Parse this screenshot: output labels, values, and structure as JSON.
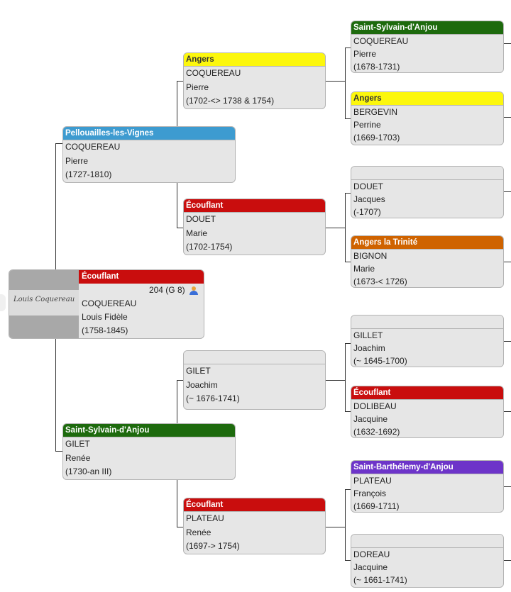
{
  "root": {
    "place": "Écouflant",
    "sosa": "204 (G 8)",
    "surname": "COQUEREAU",
    "given": "Louis Fidèle",
    "dates": "(1758-1845)",
    "signature_text": "Louis Coquereau",
    "icon": "person-icon",
    "color": "#c90d0d"
  },
  "gen1": {
    "father": {
      "place": "Pellouailles-les-Vignes",
      "surname": "COQUEREAU",
      "given": "Pierre",
      "dates": "(1727-1810)",
      "color": "#3d9bd0"
    },
    "mother": {
      "place": "Saint-Sylvain-d'Anjou",
      "surname": "GILET",
      "given": "Renée",
      "dates": "(1730-an III)",
      "color": "#1d6a0d"
    }
  },
  "gen2": {
    "ff": {
      "place": "Angers",
      "surname": "COQUEREAU",
      "given": "Pierre",
      "dates": "(1702-<> 1738 & 1754)",
      "color": "#fcf70d"
    },
    "fm": {
      "place": "Écouflant",
      "surname": "DOUET",
      "given": "Marie",
      "dates": "(1702-1754)",
      "color": "#c90d0d"
    },
    "mf": {
      "place": "",
      "surname": "GILET",
      "given": "Joachim",
      "dates": "(~ 1676-1741)",
      "color": ""
    },
    "mm": {
      "place": "Écouflant",
      "surname": "PLATEAU",
      "given": "Renée",
      "dates": "(1697-> 1754)",
      "color": "#c90d0d"
    }
  },
  "gen3": {
    "fff": {
      "place": "Saint-Sylvain-d'Anjou",
      "surname": "COQUEREAU",
      "given": "Pierre",
      "dates": "(1678-1731)",
      "color": "#1d6a0d"
    },
    "ffm": {
      "place": "Angers",
      "surname": "BERGEVIN",
      "given": "Perrine",
      "dates": "(1669-1703)",
      "color": "#fcf70d"
    },
    "fmf": {
      "place": "",
      "surname": "DOUET",
      "given": "Jacques",
      "dates": "(-1707)",
      "color": ""
    },
    "fmm": {
      "place": "Angers la Trinité",
      "surname": "BIGNON",
      "given": "Marie",
      "dates": "(1673-< 1726)",
      "color": "#cf6300"
    },
    "mff": {
      "place": "",
      "surname": "GILLET",
      "given": "Joachim",
      "dates": "(~ 1645-1700)",
      "color": ""
    },
    "mfm": {
      "place": "Écouflant",
      "surname": "DOLIBEAU",
      "given": "Jacquine",
      "dates": "(1632-1692)",
      "color": "#c90d0d"
    },
    "mmf": {
      "place": "Saint-Barthélemy-d'Anjou",
      "surname": "PLATEAU",
      "given": "François",
      "dates": "(1669-1711)",
      "color": "#6d34c9"
    },
    "mmm": {
      "place": "",
      "surname": "DOREAU",
      "given": "Jacquine",
      "dates": "(~ 1661-1741)",
      "color": ""
    }
  }
}
